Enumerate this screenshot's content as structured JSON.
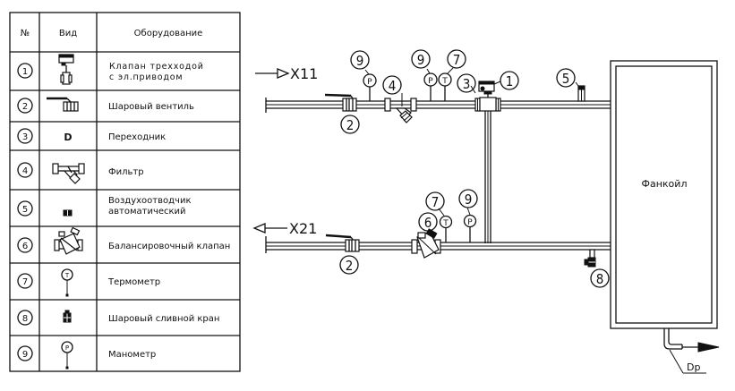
{
  "legend": {
    "headers": {
      "num": "№",
      "view": "Вид",
      "equipment": "Оборудование"
    },
    "rows": [
      {
        "num": "1",
        "icon": "three-way-valve-actuator-icon",
        "label_line1": "Клапан трехходой",
        "label_line2": "с эл.приводом"
      },
      {
        "num": "2",
        "icon": "ball-valve-icon",
        "label_line1": "Шаровый вентиль",
        "label_line2": ""
      },
      {
        "num": "3",
        "icon": "adapter-icon",
        "label_line1": "Переходник",
        "label_line2": ""
      },
      {
        "num": "4",
        "icon": "filter-icon",
        "label_line1": "Фильтр",
        "label_line2": ""
      },
      {
        "num": "5",
        "icon": "air-vent-icon",
        "label_line1": "Воздухоотводчик",
        "label_line2": "автоматический"
      },
      {
        "num": "6",
        "icon": "balancing-valve-icon",
        "label_line1": "Балансировочный клапан",
        "label_line2": ""
      },
      {
        "num": "7",
        "icon": "thermometer-icon",
        "label_line1": "Термометр",
        "label_line2": ""
      },
      {
        "num": "8",
        "icon": "drain-ball-valve-icon",
        "label_line1": "Шаровый сливной кран",
        "label_line2": ""
      },
      {
        "num": "9",
        "icon": "manometer-icon",
        "label_line1": "Манометр",
        "label_line2": ""
      }
    ],
    "adapter_glyph": "D",
    "gauge_letters": {
      "thermometer": "T",
      "manometer": "P"
    }
  },
  "schematic": {
    "supply_label": "X11",
    "return_label": "X21",
    "fancoil_label": "Фанкойл",
    "drain_label": "Dр",
    "callouts": {
      "supply_ball_valve": "2",
      "supply_manometer_1": "9",
      "supply_filter": "4",
      "supply_manometer_2": "9",
      "supply_thermometer": "7",
      "adapter": "3",
      "three_way_valve": "1",
      "air_vent": "5",
      "return_ball_valve": "2",
      "balancing_valve": "6",
      "return_thermometer": "7",
      "return_manometer": "9",
      "drain_valve": "8"
    }
  }
}
